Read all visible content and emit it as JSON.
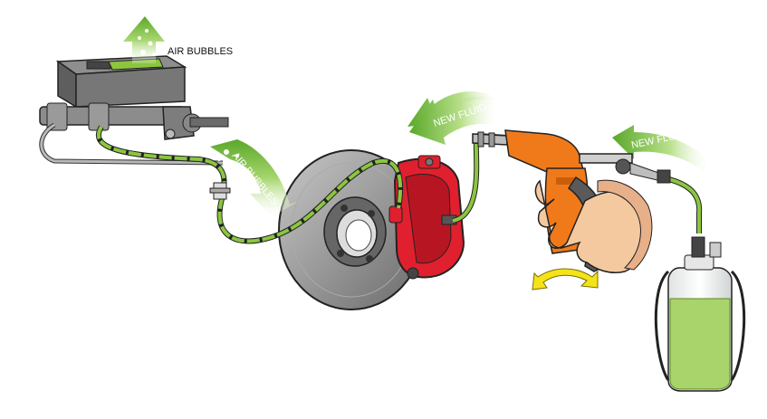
{
  "labels": {
    "air_bubbles_top": "AIR BUBBLES",
    "air_bubbles_line": "AIR BUBBLES",
    "new_fluid_caliper": "NEW FLUID",
    "new_fluid_bottle": "NEW FLUID"
  },
  "colors": {
    "fluid_green": "#8cc63f",
    "caliper_red": "#e0202e",
    "tool_orange": "#f07a1a",
    "rotor_gray": "#8a8a8a",
    "reservoir_gray": "#707070",
    "pump_arrow_yellow": "#f5e31a"
  }
}
